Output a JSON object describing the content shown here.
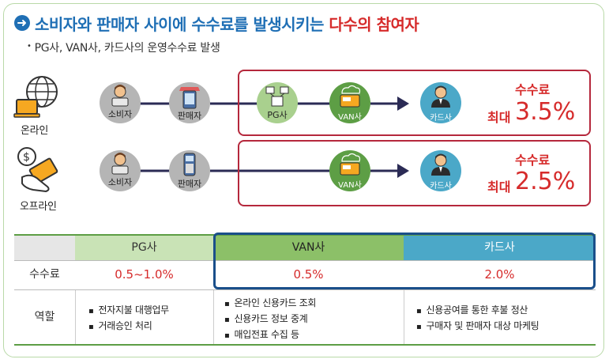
{
  "header": {
    "title_part1": "소비자와 판매자 사이에 수수료를 발생시키는 ",
    "title_part2": "다수의 참여자",
    "subtitle": "PG사, VAN사, 카드사의 운영수수료 발생"
  },
  "online": {
    "channel_label": "온라인",
    "consumer_label": "소비자",
    "seller_label": "판매자",
    "pg_label": "PG사",
    "van_label": "VAN사",
    "card_label": "카드사",
    "fee_label": "수수료",
    "fee_prefix": "최대",
    "fee_value": "3.5%"
  },
  "offline": {
    "channel_label": "오프라인",
    "consumer_label": "소비자",
    "seller_label": "판매자",
    "van_label": "VAN사",
    "card_label": "카드사",
    "fee_label": "수수료",
    "fee_prefix": "최대",
    "fee_value": "2.5%"
  },
  "table": {
    "columns": [
      "PG사",
      "VAN사",
      "카드사"
    ],
    "row_fee_label": "수수료",
    "fees": [
      "0.5~1.0%",
      "0.5%",
      "2.0%"
    ],
    "row_role_label": "역할",
    "roles": [
      [
        "전자지불 대행업무",
        "거래승인 처리"
      ],
      [
        "온라인 신용카드 조회",
        "신용카드 정보 중계",
        "매입전표 수집 등"
      ],
      [
        "신용공여를 통한 후불 정산",
        "구매자 및 판매자 대상 마케팅"
      ]
    ]
  },
  "colors": {
    "accent_blue": "#1f6fb5",
    "accent_red": "#d62b2b",
    "box_red": "#b5283c",
    "pg_header": "#c9e3b6",
    "van_header": "#8cc068",
    "card_header": "#4ba8c8",
    "highlight_border": "#1a4f8a"
  }
}
